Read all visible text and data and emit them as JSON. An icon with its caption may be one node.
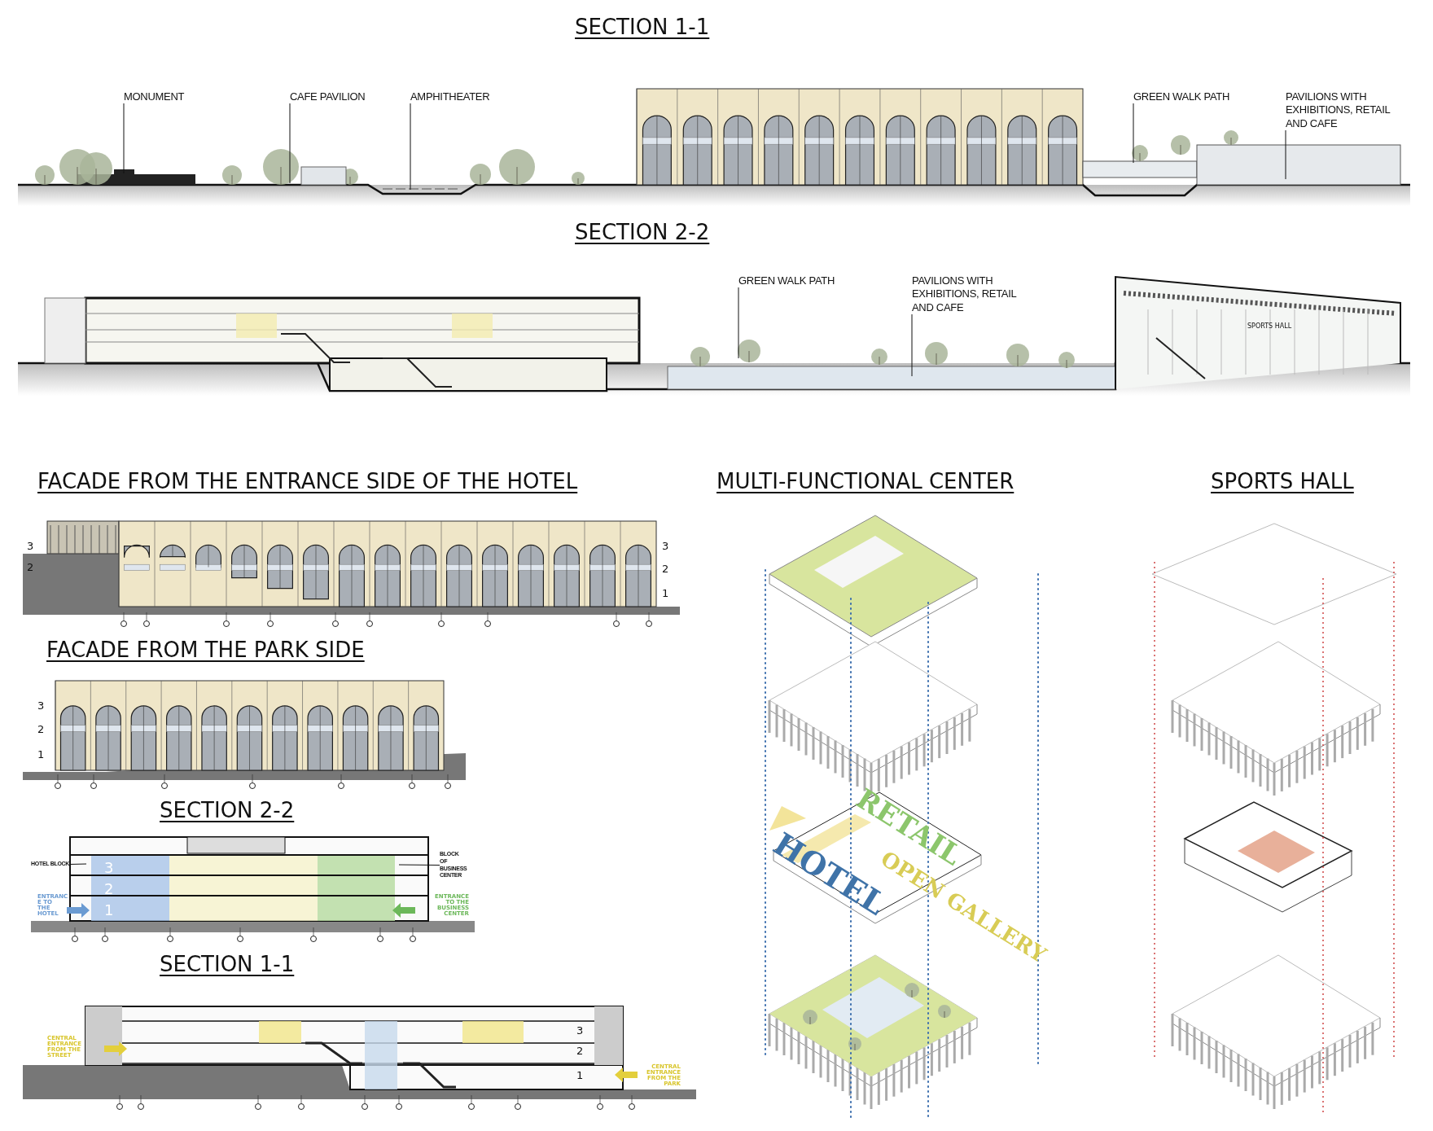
{
  "diagram": {
    "nodes": [
      {
        "text": [
          "MONUMENT"
        ]
      },
      {
        "text": [
          "CAFE PAVILION"
        ]
      },
      {
        "text": [
          "AMPHITHEATER"
        ]
      },
      {
        "text": [
          "GREEN WALK PATH"
        ]
      },
      {
        "text": [
          "PAVILIONS WITH EXHIBITIONS, RETAIL AND CAFE"
        ]
      },
      {
        "text": [
          "GREEN WALK PATH"
        ]
      },
      {
        "text": [
          "PAVILIONS WITH EXHIBITIONS, RETAIL AND CAFE"
        ]
      },
      {
        "text": [
          "HOTEL BLOCK"
        ]
      },
      {
        "text": [
          "BLOCK OF BUSINESS CENTER"
        ]
      }
    ],
    "edges": [
      {
        "from": 0,
        "to": null,
        "arrow": "none"
      },
      {
        "from": 1,
        "to": null,
        "arrow": "none"
      },
      {
        "from": 2,
        "to": null,
        "arrow": "none"
      },
      {
        "from": 3,
        "to": null,
        "arrow": "none"
      },
      {
        "from": 4,
        "to": null,
        "arrow": "none"
      },
      {
        "from": 5,
        "to": null,
        "arrow": "none"
      },
      {
        "from": 6,
        "to": null,
        "arrow": "none"
      },
      {
        "from": 7,
        "to": null,
        "arrow": "none"
      },
      {
        "from": 8,
        "to": null,
        "arrow": "none"
      }
    ],
    "labels": [
      "SECTION 1-1",
      "SECTION 2-2",
      "SPORTS HALL",
      "FACADE FROM THE ENTRANCE SIDE OF THE HOTEL",
      "MULTI-FUNCTIONAL CENTER",
      "SPORTS HALL",
      "3",
      "2",
      "3",
      "2",
      "1",
      "FACADE FROM THE PARK SIDE",
      "3",
      "2",
      "1",
      "SECTION 2-2",
      "3",
      "2",
      "1",
      "ENTRANC E TO THE HOTEL",
      "ENTRANCE TO THE BUSINESS CENTER",
      "SECTION 1-1",
      "3",
      "2",
      "1",
      "CENTRAL ENTRANCE FROM THE STREET",
      "CENTRAL ENTRANCE FROM THE PARK",
      "HOTEL",
      "RETAIL",
      "OPEN GALLERY"
    ]
  }
}
